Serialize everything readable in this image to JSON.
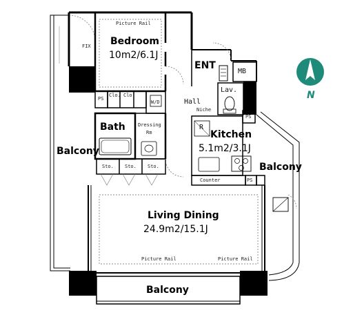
{
  "rooms": {
    "bedroom": {
      "name": "Bedroom",
      "size": "10m2/6.1J"
    },
    "kitchen": {
      "name": "Kitchen",
      "size": "5.1m2/3.1J"
    },
    "living": {
      "name": "Living Dining",
      "size": "24.9m2/15.1J"
    },
    "bath": "Bath",
    "hall": "Hall",
    "entrance": "ENT",
    "balcony_left": "Balcony",
    "balcony_right": "Balcony",
    "balcony_bottom": "Balcony"
  },
  "fixtures": {
    "picture_rail": "Picture Rail",
    "fix": "FIX",
    "closet": "Clo.",
    "ps": "PS",
    "wd": "W/D",
    "mb": "MB",
    "lavatory": "Lav.",
    "niche": "Niche",
    "dressing": "Dressing",
    "dressing_rm": "Rm",
    "storage": "Sto.",
    "counter": "Counter",
    "refrigerator": "R"
  },
  "compass": {
    "label": "N",
    "color": "#1e8a7a"
  }
}
